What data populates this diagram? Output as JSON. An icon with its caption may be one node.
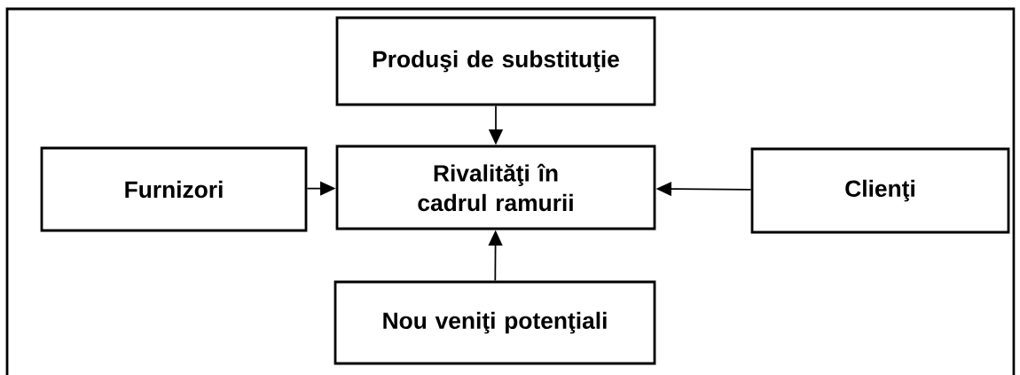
{
  "diagram": {
    "nodes": [
      {
        "text": [
          "Produşi de substituţie"
        ]
      },
      {
        "text": [
          "Furnizori"
        ]
      },
      {
        "text": [
          "Rivalităţi în cadrul ramurii"
        ]
      },
      {
        "text": [
          "Clienţi"
        ]
      },
      {
        "text": [
          "Nou veniţi potenţiali"
        ]
      }
    ],
    "edges": [
      {
        "from": 0,
        "to": 2,
        "arrow": "to"
      },
      {
        "from": 1,
        "to": 2,
        "arrow": "to"
      },
      {
        "from": 3,
        "to": 2,
        "arrow": "to"
      },
      {
        "from": 4,
        "to": 2,
        "arrow": "to"
      }
    ]
  }
}
